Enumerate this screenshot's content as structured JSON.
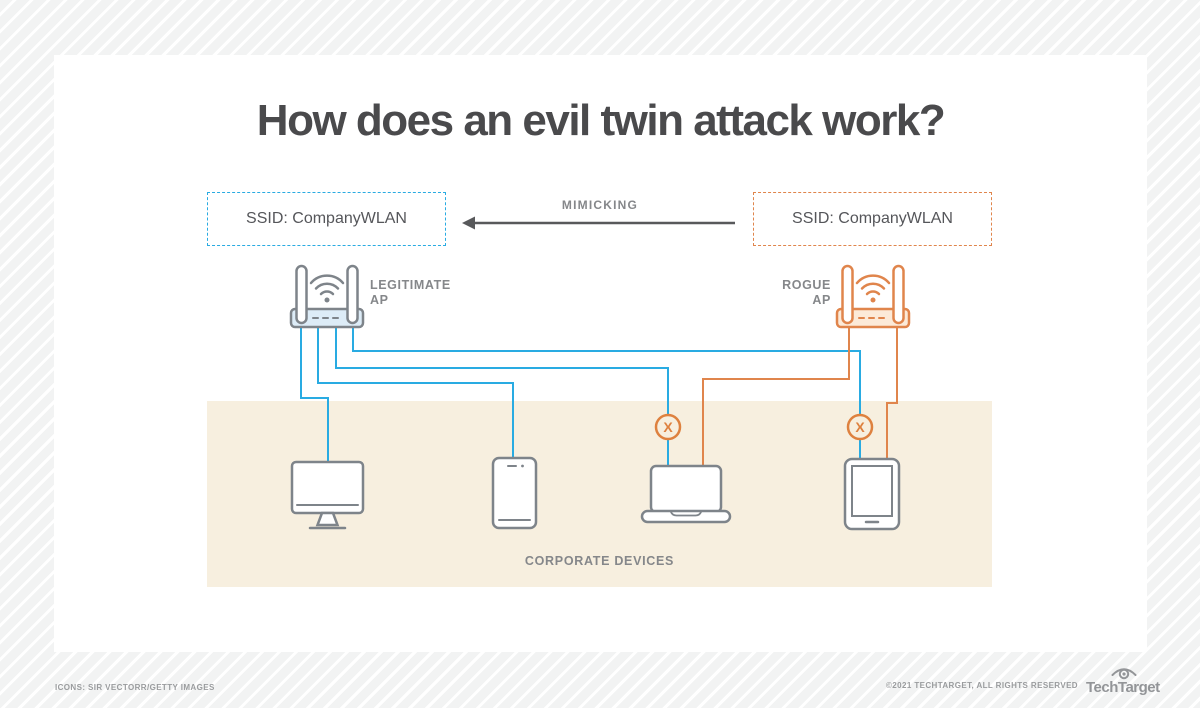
{
  "page": {
    "title": "How does an evil twin attack work?"
  },
  "diagram": {
    "ssid_left": {
      "label": "SSID: CompanyWLAN"
    },
    "ssid_right": {
      "label": "SSID: CompanyWLAN"
    },
    "mimicking_label": "MIMICKING",
    "legitimate_ap": {
      "line1": "LEGITIMATE",
      "line2": "AP"
    },
    "rogue_ap": {
      "line1": "ROGUE",
      "line2": "AP"
    },
    "corporate_devices_label": "CORPORATE DEVICES",
    "x_symbol": "X",
    "icons": [
      "legitimate-router",
      "rogue-router",
      "mimicking-arrow",
      "desktop-monitor",
      "smartphone",
      "laptop",
      "tablet",
      "broken-connection-x"
    ],
    "colors": {
      "legitimate_blue": "#29abe2",
      "rogue_orange": "#e0854c",
      "beige_panel": "#f7efdf",
      "label_gray": "#85878a",
      "title_gray": "#4a4a4c",
      "arrow_gray": "#58595b",
      "device_outline_gray": "#7e848a"
    }
  },
  "footer": {
    "credits": "ICONS: SIR VECTORR/GETTY IMAGES",
    "copyright": "©2021 TECHTARGET, ALL RIGHTS RESERVED",
    "logo_text": "TechTarget"
  }
}
